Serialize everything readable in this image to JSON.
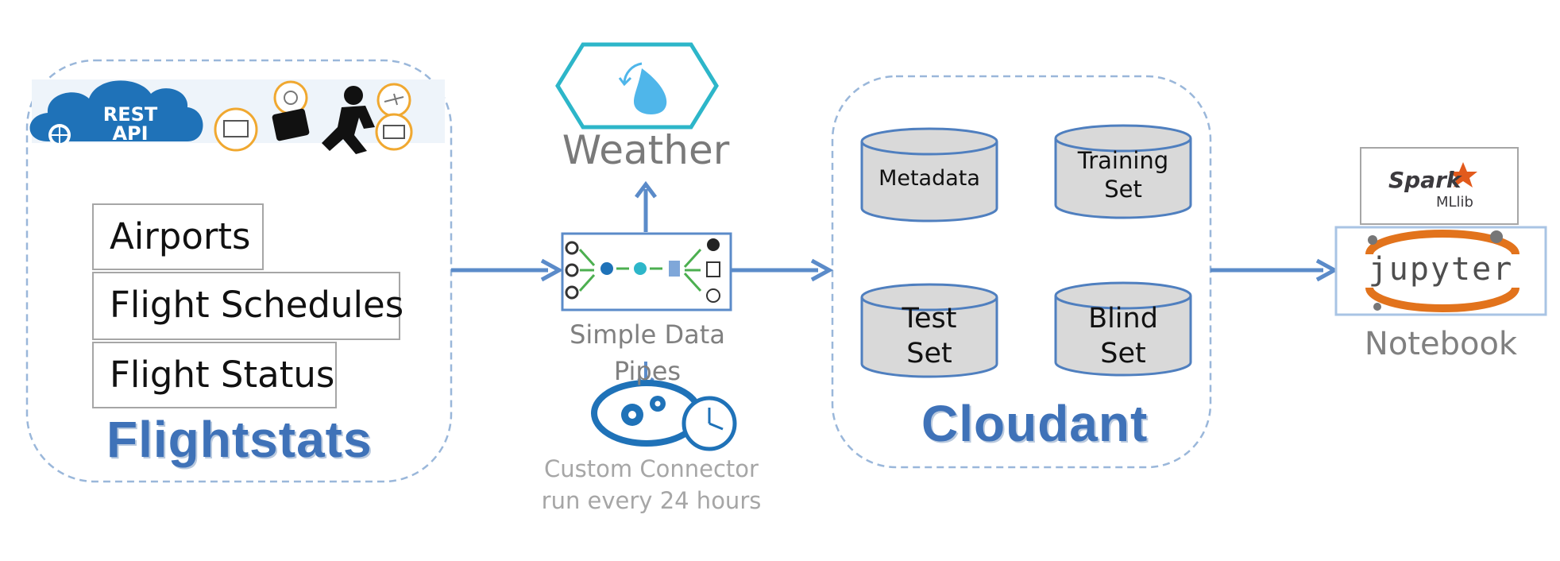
{
  "flightstats": {
    "rest_api_line1": "REST",
    "rest_api_line2": "API",
    "items": [
      "Airports",
      "Flight Schedules",
      "Flight Status"
    ],
    "title": "Flightstats"
  },
  "weather": {
    "label": "Weather"
  },
  "pipes": {
    "label_line1": "Simple Data",
    "label_line2": "Pipes"
  },
  "connector": {
    "label_line1": "Custom Connector",
    "label_line2": "run every 24 hours"
  },
  "cloudant": {
    "title": "Cloudant",
    "databases": [
      {
        "line1": "Metadata",
        "line2": ""
      },
      {
        "line1": "Training",
        "line2": "Set"
      },
      {
        "line1": "Test",
        "line2": "Set"
      },
      {
        "line1": "Blind",
        "line2": "Set"
      }
    ]
  },
  "notebook": {
    "spark_label": "Spark",
    "mllib_label": "MLlib",
    "jupyter_label": "jupyter",
    "label": "Notebook"
  },
  "colors": {
    "accent": "#5b8bc9",
    "cyan": "#2db6c9",
    "title_blue": "#3f72b8"
  }
}
